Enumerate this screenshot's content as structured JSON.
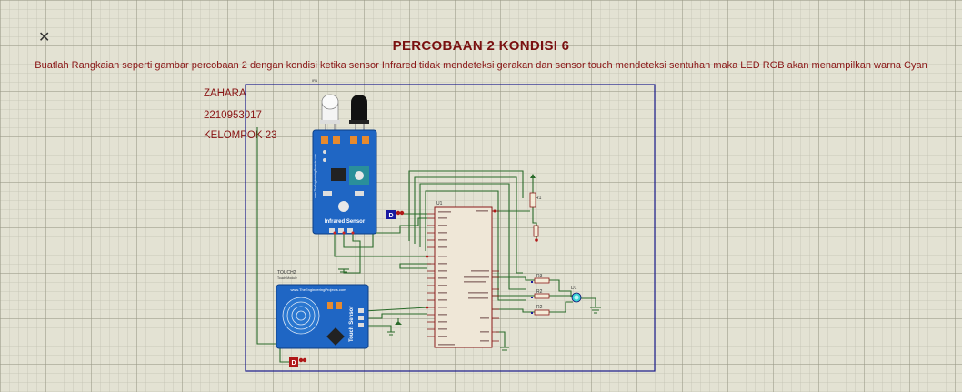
{
  "title": "PERCOBAAN 2 KONDISI 6",
  "subtitle": "Buatlah Rangkaian seperti gambar percobaan 2 dengan kondisi ketika sensor Infrared tidak mendeteksi gerakan dan sensor touch mendeteksi sentuhan maka LED RGB akan menampilkan warna Cyan",
  "info": {
    "name": "ZAHARA",
    "nim": "2210953017",
    "group": "KELOMPOK 23"
  },
  "components": {
    "ir_ref": "IR1",
    "ir_board_url": "www.TheEngineeringProjects.com",
    "ir_label": "Infrared Sensor",
    "touch_ref": "TOUCH2",
    "touch_sub": "Touch Module",
    "touch_board_url": "www.TheEngineeringProjects.com",
    "touch_label": "Touch Sensor",
    "mcu_ref": "U1",
    "r1": "R1",
    "r2": "R2",
    "r3": "R3",
    "r4": "R2",
    "led": "D1",
    "probe_ir": "D",
    "probe_touch": "D"
  },
  "colors": {
    "frame": "#1a1a8c",
    "wire": "#2a6b2a",
    "board": "#1565c0",
    "title": "#7a1010"
  }
}
